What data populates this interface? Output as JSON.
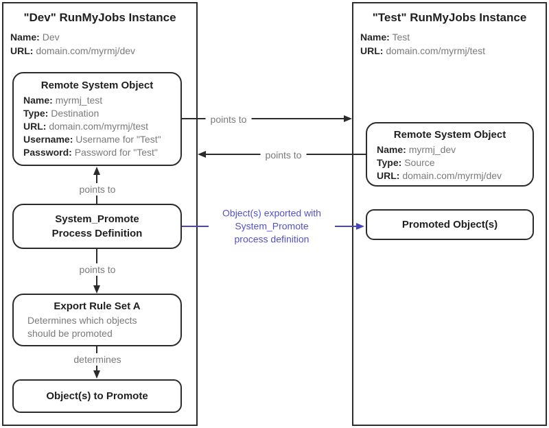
{
  "dev_instance": {
    "title": "\"Dev\" RunMyJobs Instance",
    "fields": [
      {
        "label": "Name",
        "value": "Dev"
      },
      {
        "label": "URL",
        "value": "domain.com/myrmj/dev"
      }
    ]
  },
  "test_instance": {
    "title": "\"Test\" RunMyJobs Instance",
    "fields": [
      {
        "label": "Name",
        "value": "Test"
      },
      {
        "label": "URL",
        "value": "domain.com/myrmj/test"
      }
    ]
  },
  "nodes": {
    "remote_system_object_dev": {
      "title": "Remote System Object",
      "fields": [
        {
          "label": "Name",
          "value": "myrmj_test"
        },
        {
          "label": "Type",
          "value": "Destination"
        },
        {
          "label": "URL",
          "value": "domain.com/myrmj/test"
        },
        {
          "label": "Username",
          "value": "Username for \"Test\""
        },
        {
          "label": "Password",
          "value": "Password for \"Test\""
        }
      ]
    },
    "system_promote": {
      "line1": "System_Promote",
      "line2": "Process Definition"
    },
    "export_rule_set": {
      "title": "Export Rule Set A",
      "desc1": "Determines which objects",
      "desc2": "should be promoted"
    },
    "objects_to_promote": {
      "label": "Object(s) to Promote"
    },
    "remote_system_object_test": {
      "title": "Remote System Object",
      "fields": [
        {
          "label": "Name",
          "value": "myrmj_dev"
        },
        {
          "label": "Type",
          "value": "Source"
        },
        {
          "label": "URL",
          "value": "domain.com/myrmj/dev"
        }
      ]
    },
    "promoted_objects": {
      "label": "Promoted Object(s)"
    }
  },
  "edges": {
    "rso_dev_to_test": "points to",
    "rso_test_to_dev": "points to",
    "promote_to_rso": "points to",
    "promote_to_export_rule": "points to",
    "export_rule_to_objects": "determines",
    "export_arrow": {
      "line1": "Object(s) exported with",
      "line2": "System_Promote",
      "line3": "process definition"
    }
  },
  "colors": {
    "line": "#2b2b2b",
    "muted_text": "#7a7a7a",
    "accent_blue": "#4644be",
    "dark_text": "#1f1f1f"
  }
}
